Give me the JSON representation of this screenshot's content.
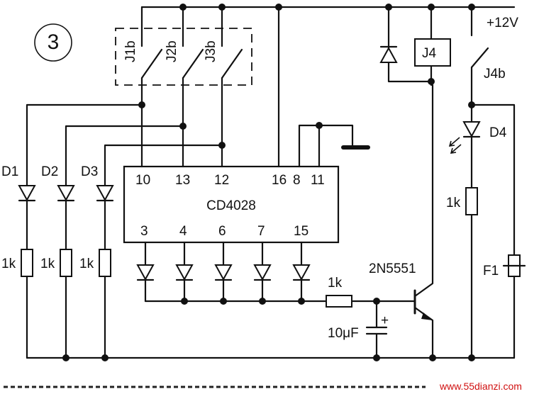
{
  "figure_number": "3",
  "supply": "+12V",
  "ic": {
    "name": "CD4028",
    "top_pins": [
      "10",
      "13",
      "12",
      "16",
      "8",
      "11"
    ],
    "bottom_pins": [
      "3",
      "4",
      "6",
      "7",
      "15"
    ]
  },
  "switches": [
    "J1b",
    "J2b",
    "J3b"
  ],
  "diodes": [
    "D1",
    "D2",
    "D3"
  ],
  "left_resistors": [
    "1k",
    "1k",
    "1k"
  ],
  "relay": "J4",
  "relay_contact": "J4b",
  "led": "D4",
  "led_resistor": "1k",
  "fuse": "F1",
  "transistor": "2N5551",
  "base_resistor": "1k",
  "capacitor": "10μF",
  "capacitor_polarity": "+",
  "watermark": "www.55dianzi.com"
}
